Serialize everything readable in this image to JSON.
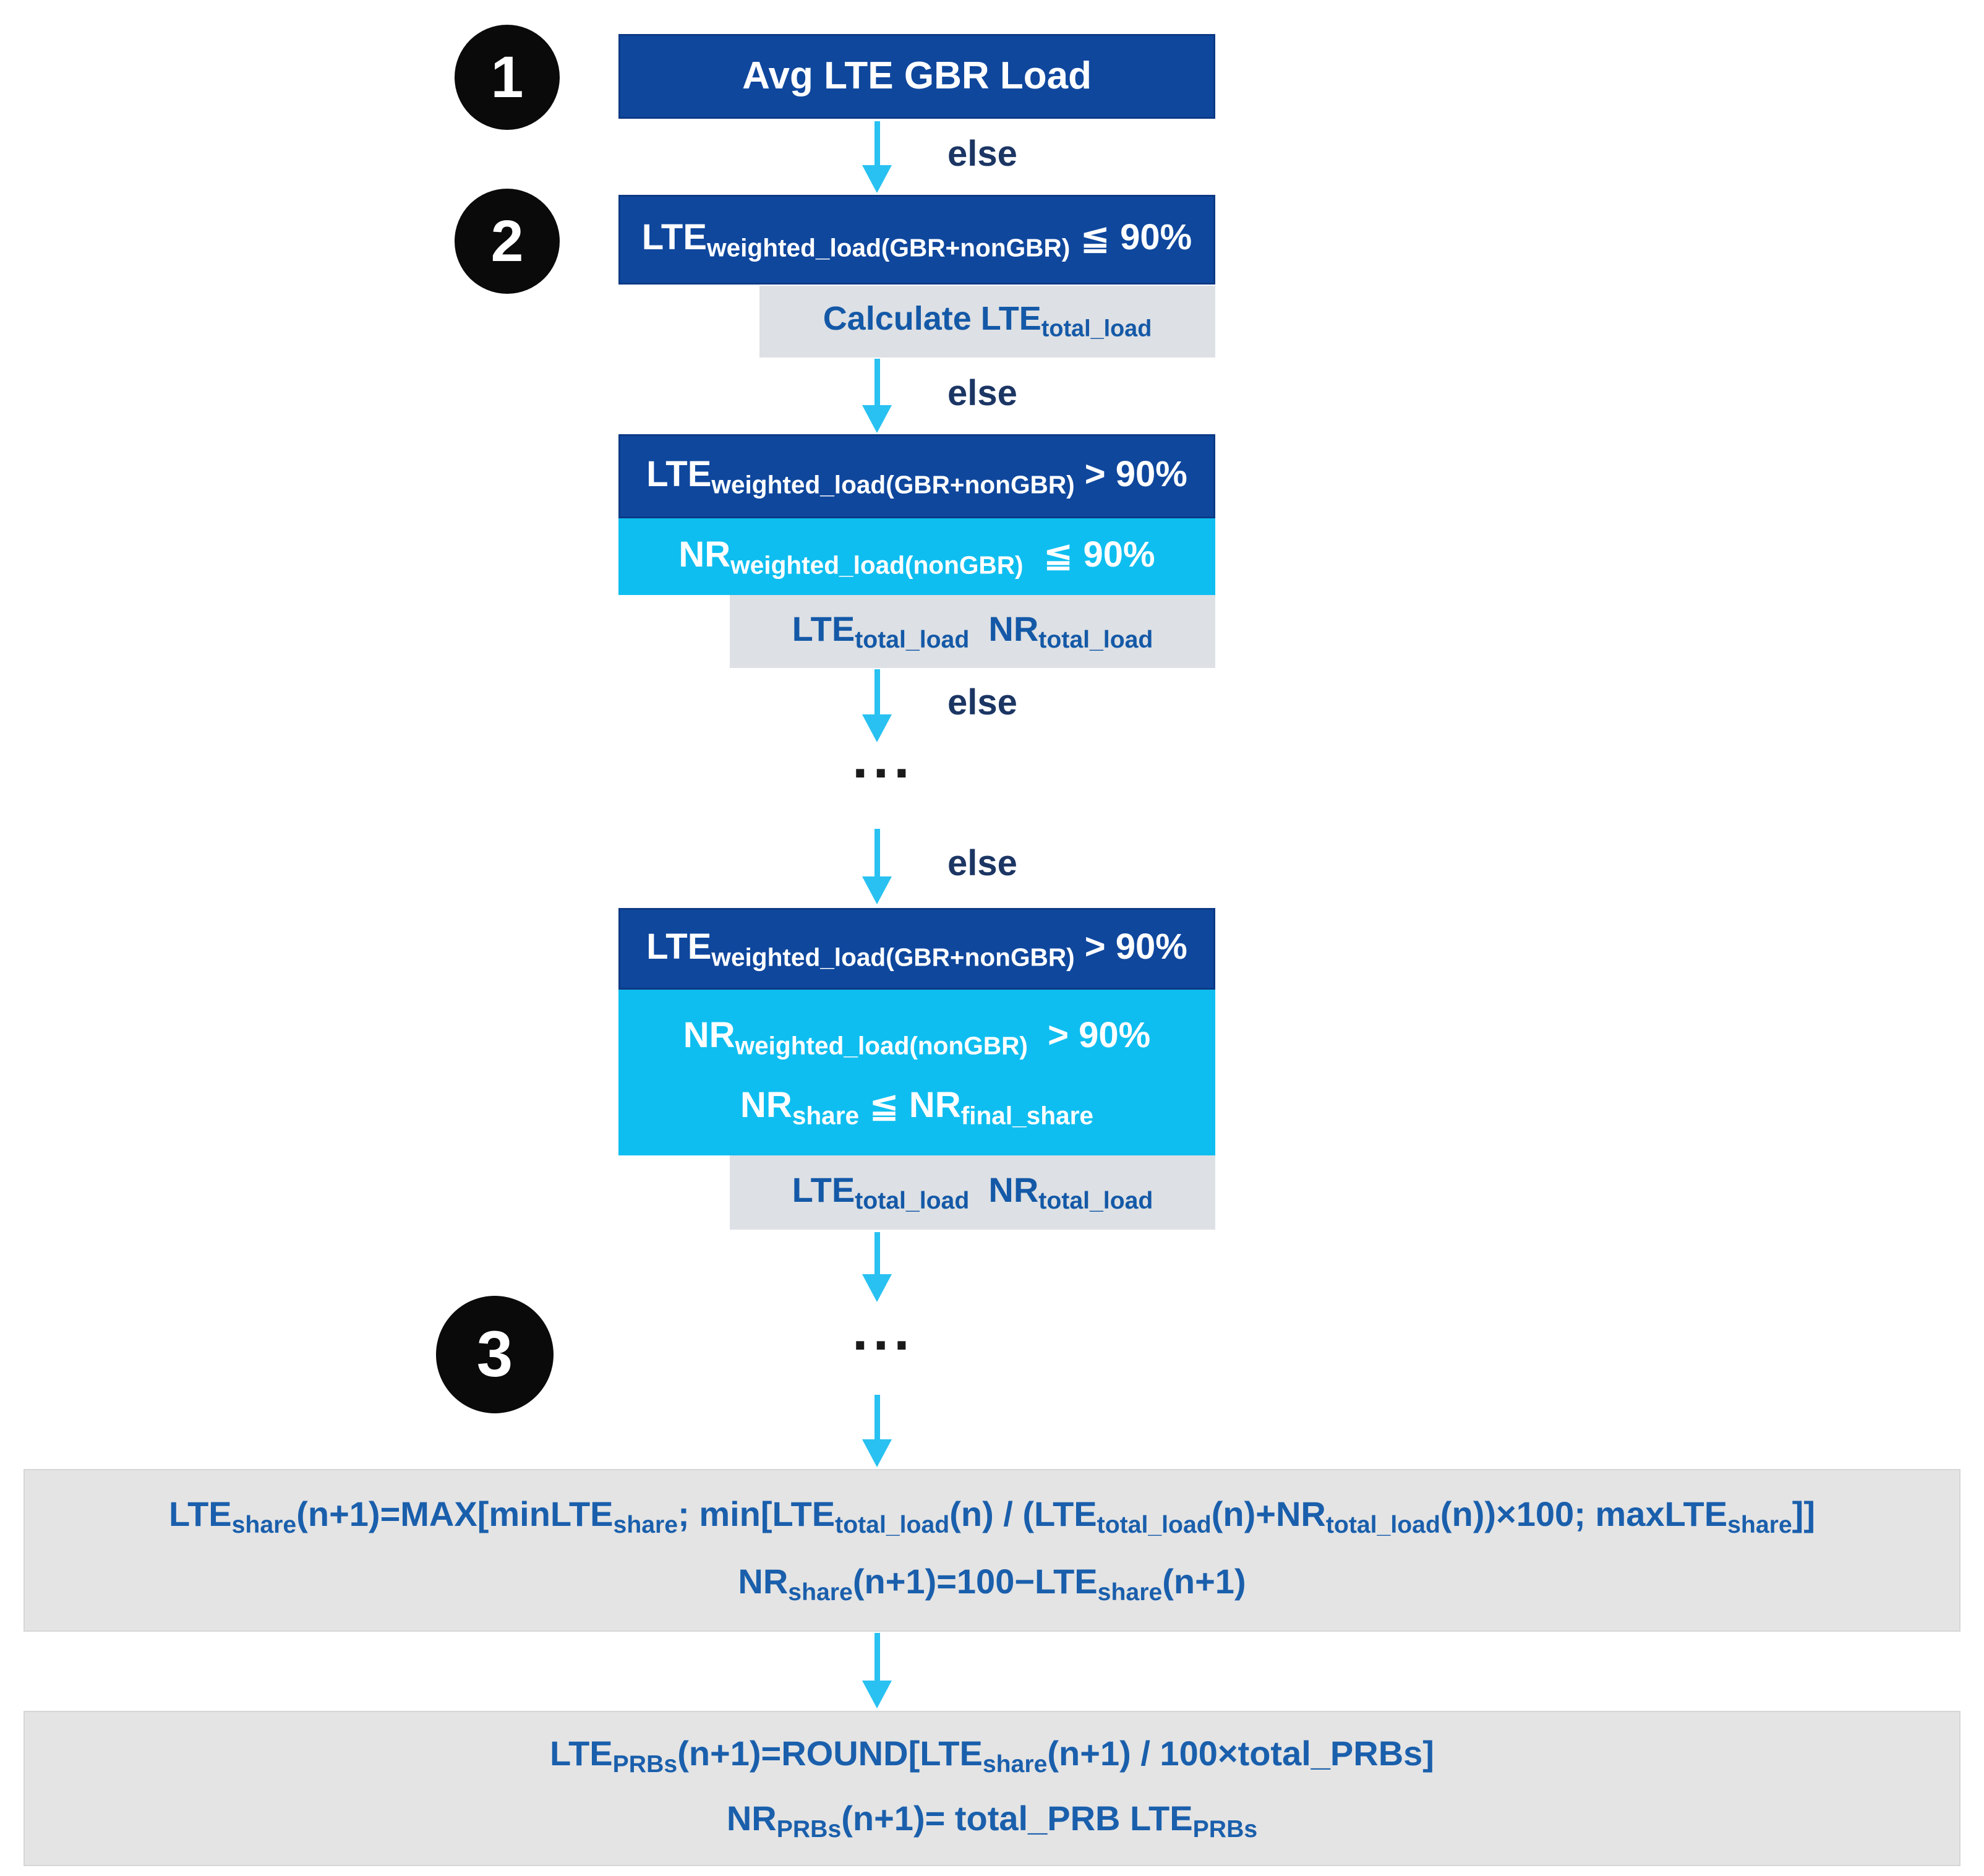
{
  "figure": {
    "type": "flowchart",
    "labels": {
      "else": "else",
      "dots": "..."
    },
    "colors": {
      "dark_blue_box": "#0F479D",
      "cyan_box": "#0FBEF0",
      "gray_small_box": "#DDE0E4",
      "gray_large_box": "#E4E4E4",
      "arrow": "#29C1F1",
      "else_text": "#1C3664",
      "formula_text": "#1459A7",
      "box_text": "#FFFFFF",
      "badge_fill": "#0A0A0A",
      "badge_text": "#FFFFFF"
    },
    "badges": [
      {
        "label": "1"
      },
      {
        "label": "2"
      },
      {
        "label": "3"
      }
    ],
    "nodes": {
      "avg_load": {
        "segments": [
          {
            "t": "Avg LTE GBR Load"
          }
        ]
      },
      "cond1": {
        "segments": [
          {
            "t": "LTE"
          },
          {
            "t": "weighted_load(GBR+nonGBR)",
            "sub": true
          },
          {
            "t": " ≦ 90%"
          }
        ]
      },
      "calc": {
        "segments": [
          {
            "t": "Calculate LTE"
          },
          {
            "t": "total_load",
            "sub": true
          }
        ]
      },
      "cond2a": {
        "segments": [
          {
            "t": "LTE"
          },
          {
            "t": "weighted_load(GBR+nonGBR)",
            "sub": true
          },
          {
            "t": " > 90%"
          }
        ]
      },
      "cond2b": {
        "segments": [
          {
            "t": "NR"
          },
          {
            "t": "weighted_load(nonGBR)",
            "sub": true
          },
          {
            "t": "  ≦ 90%"
          }
        ]
      },
      "totals1": {
        "segments": [
          {
            "t": "LTE"
          },
          {
            "t": "total_load",
            "sub": true
          },
          {
            "t": "  NR"
          },
          {
            "t": "total_load",
            "sub": true
          }
        ]
      },
      "cond3a": {
        "segments": [
          {
            "t": "LTE"
          },
          {
            "t": "weighted_load(GBR+nonGBR)",
            "sub": true
          },
          {
            "t": " > 90%"
          }
        ]
      },
      "cond3b_line1": {
        "segments": [
          {
            "t": "NR"
          },
          {
            "t": "weighted_load(nonGBR)",
            "sub": true
          },
          {
            "t": "  > 90%"
          }
        ]
      },
      "cond3b_line2": {
        "segments": [
          {
            "t": "NR"
          },
          {
            "t": "share",
            "sub": true
          },
          {
            "t": " ≦ NR"
          },
          {
            "t": "final_share",
            "sub": true
          }
        ]
      },
      "totals2": {
        "segments": [
          {
            "t": "LTE"
          },
          {
            "t": "total_load",
            "sub": true
          },
          {
            "t": "  NR"
          },
          {
            "t": "total_load",
            "sub": true
          }
        ]
      },
      "share_formula_line1": {
        "segments": [
          {
            "t": "LTE"
          },
          {
            "t": "share",
            "sub": true
          },
          {
            "t": "(n+1)=MAX[minLTE"
          },
          {
            "t": "share",
            "sub": true
          },
          {
            "t": "; min[LTE"
          },
          {
            "t": "total_load",
            "sub": true
          },
          {
            "t": "(n) / (LTE"
          },
          {
            "t": "total_load",
            "sub": true
          },
          {
            "t": "(n)+NR"
          },
          {
            "t": "total_load",
            "sub": true
          },
          {
            "t": "(n))×100; maxLTE"
          },
          {
            "t": "share",
            "sub": true
          },
          {
            "t": "]]"
          }
        ]
      },
      "share_formula_line2": {
        "segments": [
          {
            "t": "NR"
          },
          {
            "t": "share",
            "sub": true
          },
          {
            "t": "(n+1)=100−LTE"
          },
          {
            "t": "share",
            "sub": true
          },
          {
            "t": "(n+1)"
          }
        ]
      },
      "prb_formula_line1": {
        "segments": [
          {
            "t": "LTE"
          },
          {
            "t": "PRBs",
            "sub": true
          },
          {
            "t": "(n+1)=ROUND[LTE"
          },
          {
            "t": "share",
            "sub": true
          },
          {
            "t": "(n+1) / 100×total_PRBs]"
          }
        ]
      },
      "prb_formula_line2": {
        "segments": [
          {
            "t": "NR"
          },
          {
            "t": "PRBs",
            "sub": true
          },
          {
            "t": "(n+1)= total_PRB LTE"
          },
          {
            "t": "PRBs",
            "sub": true
          }
        ]
      }
    }
  }
}
